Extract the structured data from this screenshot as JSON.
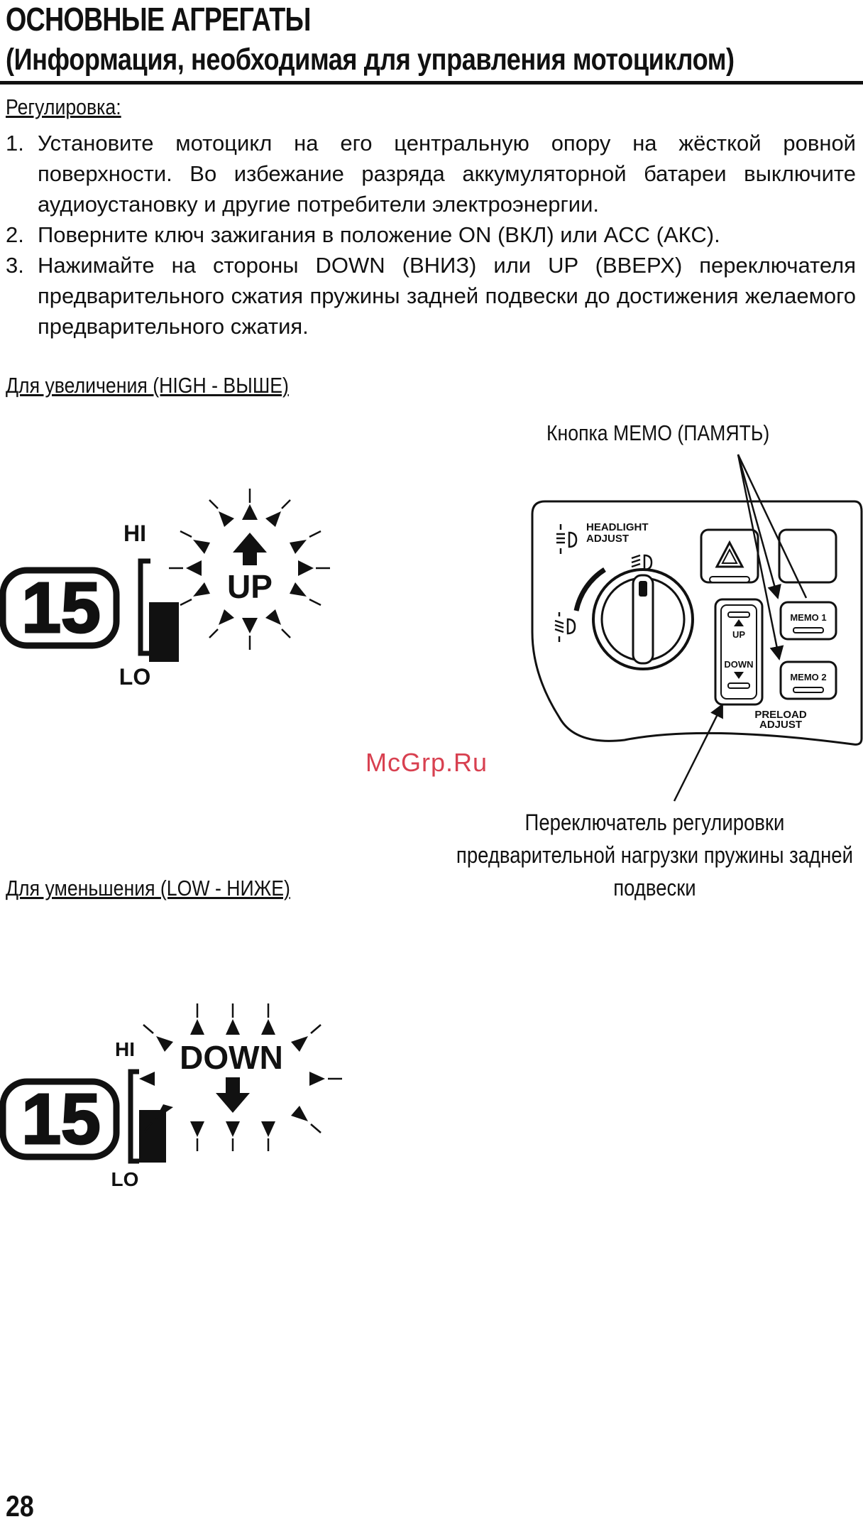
{
  "header": {
    "title": "ОСНОВНЫЕ АГРЕГАТЫ",
    "subtitle": "(Информация, необходимая для управления мотоциклом)"
  },
  "section": {
    "heading": "Регулировка:",
    "steps": [
      {
        "num": "1.",
        "text": "Установите мотоцикл на его центральную опору на жёсткой ровной поверхности. Во избежание разряда аккумуляторной батареи выключите аудиоустановку и другие потребители электроэнергии."
      },
      {
        "num": "2.",
        "text": "Поверните ключ зажигания в положение ON (ВКЛ) или ACC (АКС)."
      },
      {
        "num": "3.",
        "text": "Нажимайте на стороны DOWN (ВНИЗ) или UP (ВВЕРХ) переключателя предварительного сжатия пружины задней подвески до достижения желаемого предварительного сжатия."
      }
    ]
  },
  "increase": {
    "label": "Для увеличения (HIGH - ВЫШЕ)",
    "display_number": "15",
    "hi": "HI",
    "lo": "LO",
    "direction": "UP"
  },
  "decrease": {
    "label": "Для уменьшения (LOW - НИЖЕ)",
    "display_number": "15",
    "hi": "HI",
    "lo": "LO",
    "direction": "DOWN"
  },
  "panel": {
    "memo_caption": "Кнопка MEMO (ПАМЯТЬ)",
    "switch_caption": "Переключатель регулировки предварительной нагрузки пружины задней подвески",
    "headlight_line1": "HEADLIGHT",
    "headlight_line2": "ADJUST",
    "memo1": "MEMO 1",
    "memo2": "MEMO 2",
    "up": "UP",
    "down": "DOWN",
    "preload_line1": "PRELOAD",
    "preload_line2": "ADJUST"
  },
  "watermark": "McGrp.Ru",
  "page_number": "28"
}
